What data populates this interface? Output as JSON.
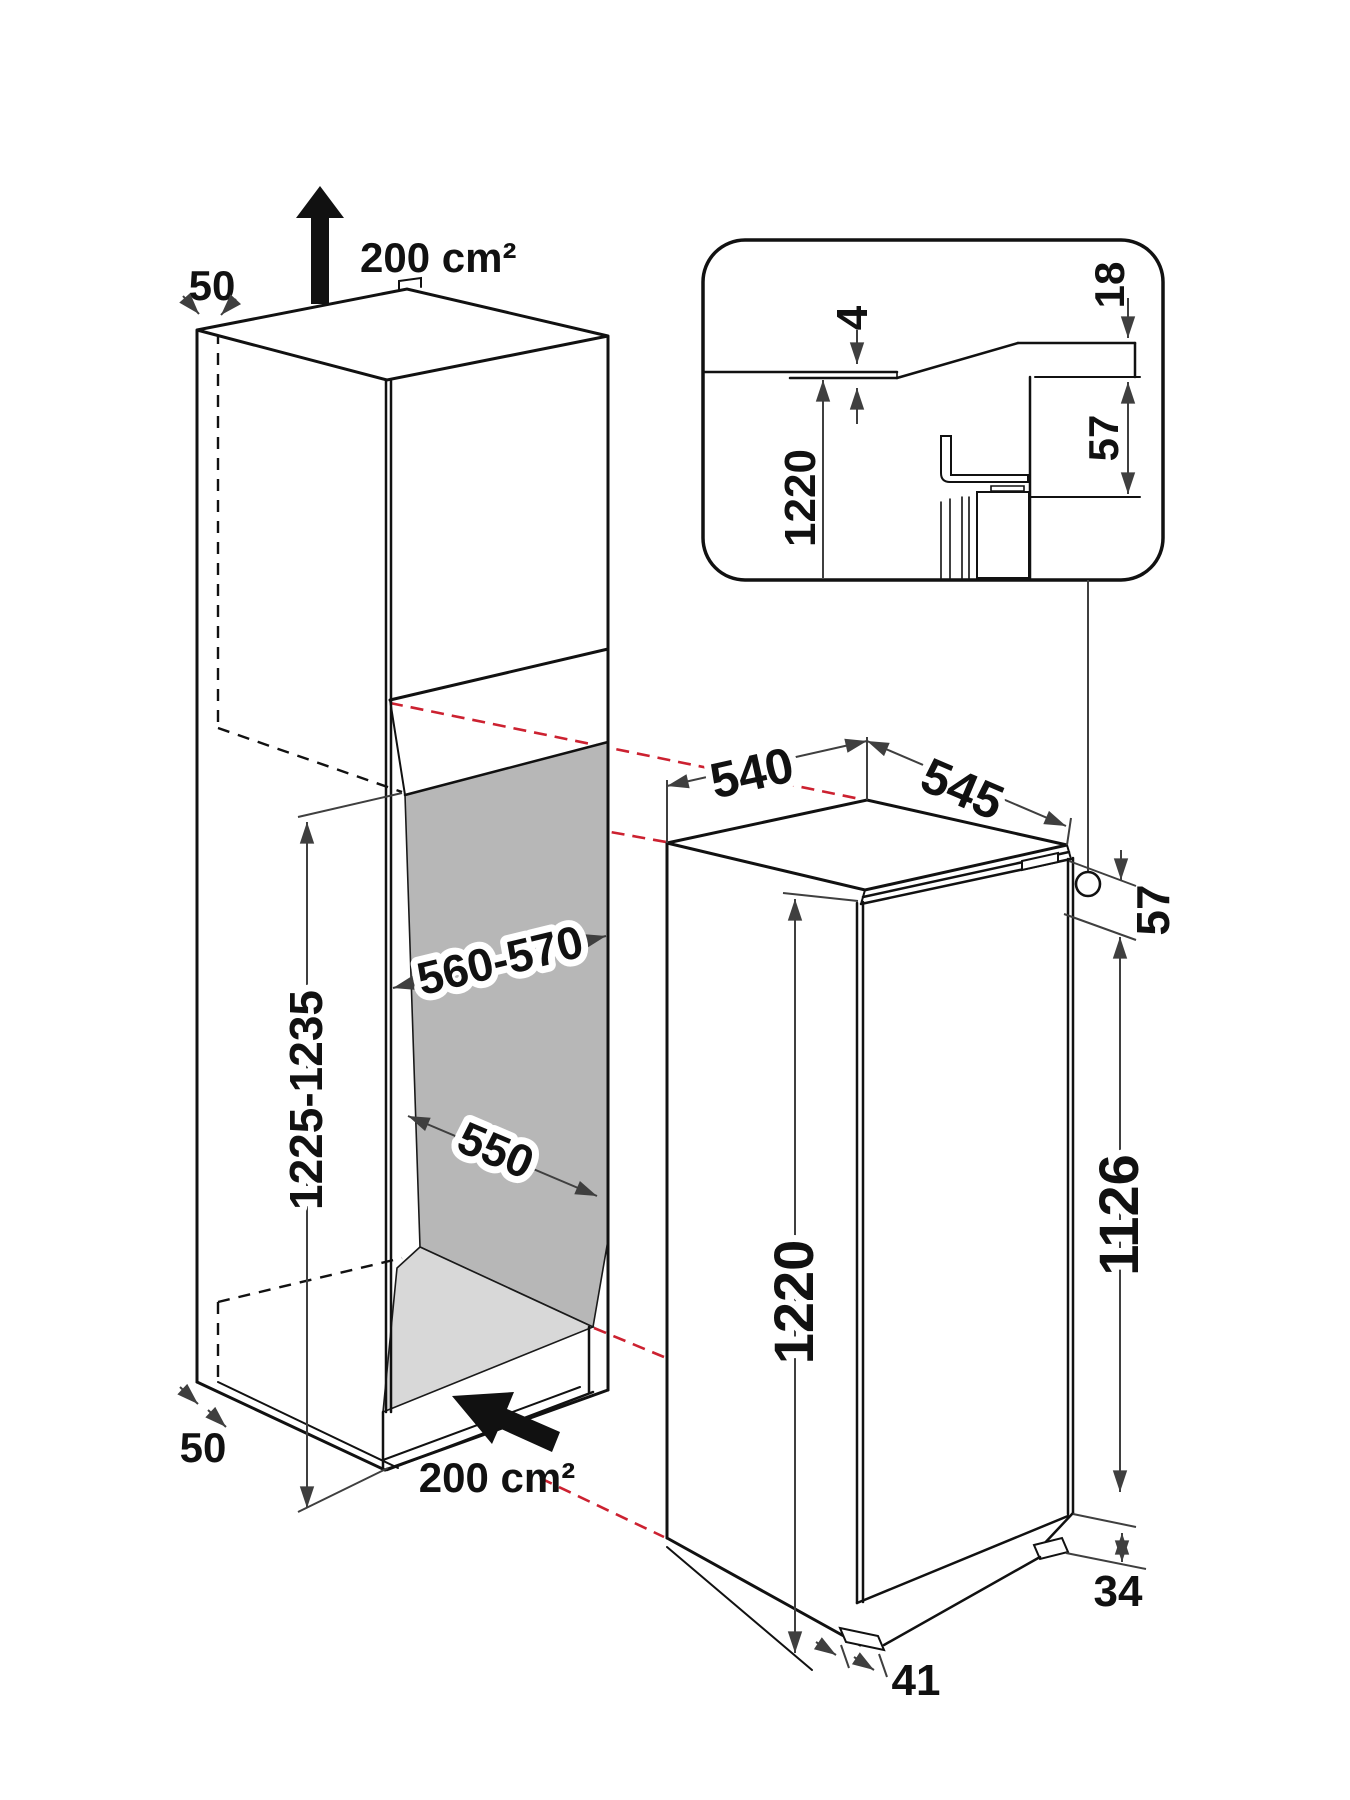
{
  "labels": {
    "top_clearance": "50",
    "top_vent_area": "200 cm²",
    "niche_width": "560-570",
    "niche_height": "1225-1235",
    "niche_depth": "550",
    "bottom_clearance": "50",
    "bottom_vent_area": "200 cm²",
    "appliance_width": "540",
    "appliance_depth": "545",
    "top_edge_clearance": "57",
    "appliance_height": "1220",
    "door_height": "1126",
    "plinth_gap": "34",
    "foot_inset": "41"
  },
  "detail_inset": {
    "panel_gap": "4",
    "top_overlap": "18",
    "niche_height_ref": "1220",
    "hinge_clearance": "57"
  },
  "colors": {
    "line": "#111111",
    "dimension": "#3f3f3f",
    "projection_red": "#cc2130",
    "niche_back": "#b7b7b7",
    "niche_floor": "#d8d8d8"
  }
}
